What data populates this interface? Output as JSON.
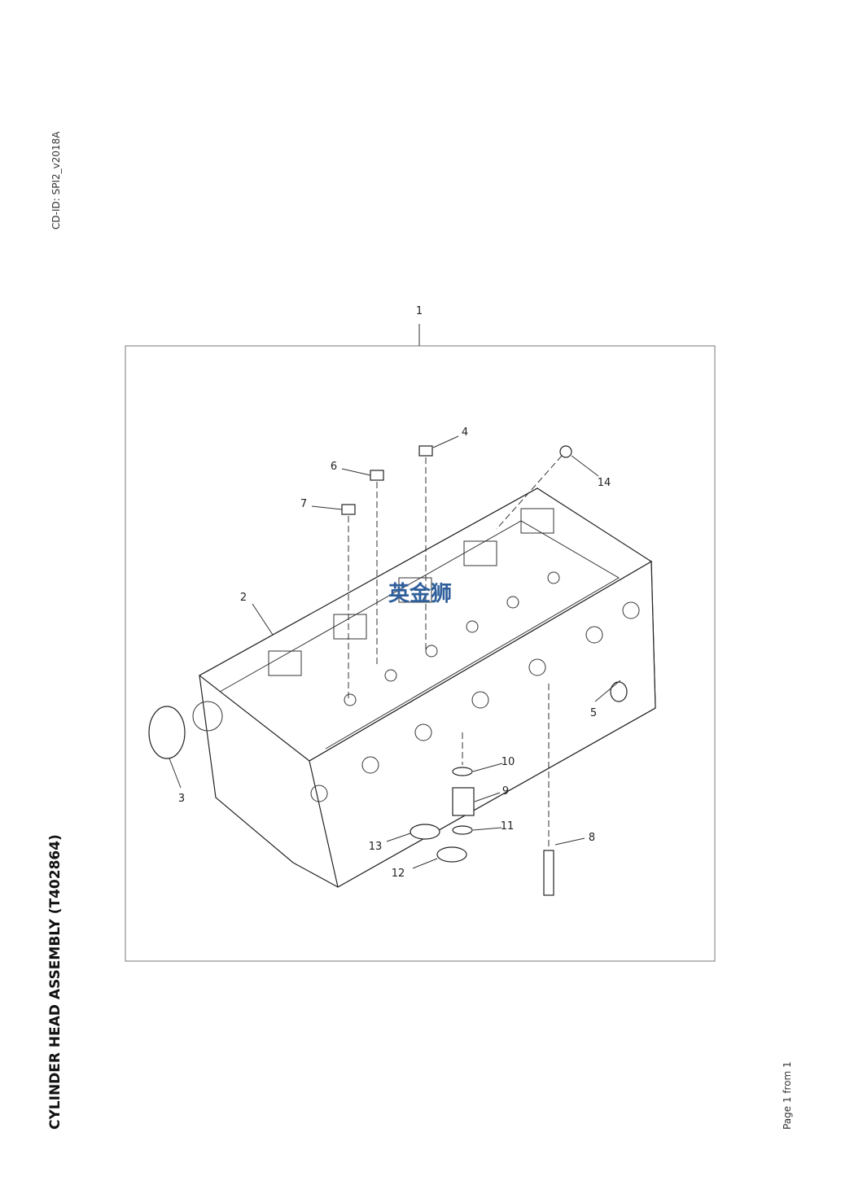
{
  "document": {
    "cd_id": "CD-ID: SPI2_v2018A",
    "title": "CYLINDER HEAD ASSEMBLY (T402864)",
    "page": "Page 1 from 1",
    "watermark": "英金狮",
    "watermark_color": "#2f5f9a"
  },
  "callouts": [
    "1",
    "2",
    "3",
    "4",
    "5",
    "6",
    "7",
    "8",
    "9",
    "10",
    "11",
    "12",
    "13",
    "14"
  ]
}
